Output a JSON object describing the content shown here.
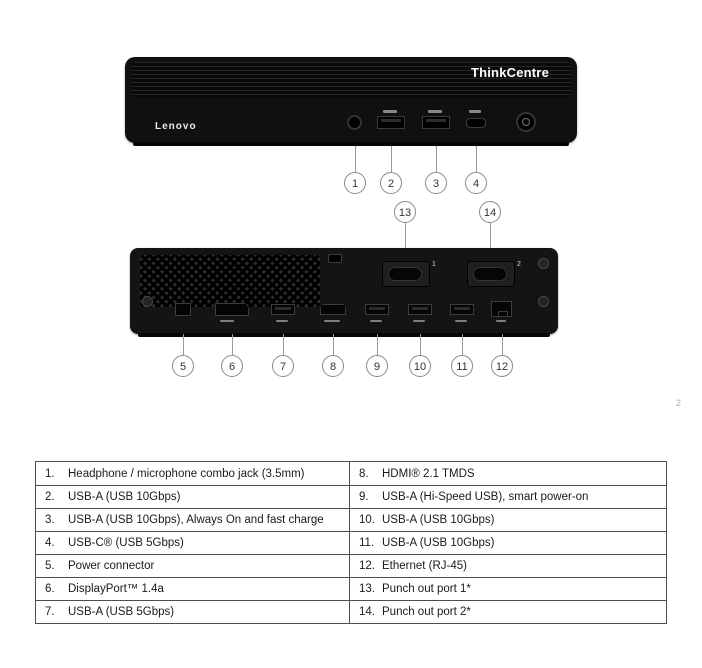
{
  "page_number": "2",
  "device": {
    "model_label": "ThinkCentre",
    "brand_label": "Lenovo"
  },
  "rear_markings": {
    "punch_port_1": "1",
    "punch_port_2": "2"
  },
  "callouts": {
    "front": [
      "1",
      "2",
      "3",
      "4"
    ],
    "rear_top": [
      "13",
      "14"
    ],
    "rear_bottom": [
      "5",
      "6",
      "7",
      "8",
      "9",
      "10",
      "11",
      "12"
    ]
  },
  "table": {
    "rows": [
      {
        "left_num": "1.",
        "left_desc": "Headphone / microphone combo jack (3.5mm)",
        "right_num": "8.",
        "right_desc": "HDMI® 2.1 TMDS"
      },
      {
        "left_num": "2.",
        "left_desc": "USB-A (USB 10Gbps)",
        "right_num": "9.",
        "right_desc": "USB-A (Hi-Speed USB), smart power-on"
      },
      {
        "left_num": "3.",
        "left_desc": "USB-A (USB 10Gbps), Always On and fast charge",
        "right_num": "10.",
        "right_desc": "USB-A (USB 10Gbps)"
      },
      {
        "left_num": "4.",
        "left_desc": "USB-C® (USB 5Gbps)",
        "right_num": "11.",
        "right_desc": "USB-A (USB 10Gbps)"
      },
      {
        "left_num": "5.",
        "left_desc": "Power connector",
        "right_num": "12.",
        "right_desc": "Ethernet (RJ-45)"
      },
      {
        "left_num": "6.",
        "left_desc": "DisplayPort™ 1.4a",
        "right_num": "13.",
        "right_desc": "Punch out port 1*"
      },
      {
        "left_num": "7.",
        "left_desc": "USB-A (USB 5Gbps)",
        "right_num": "14.",
        "right_desc": "Punch out port 2*"
      }
    ]
  }
}
